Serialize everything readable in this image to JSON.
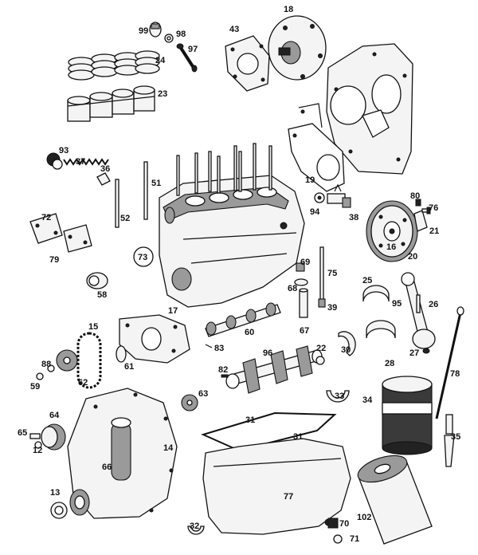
{
  "labels": {
    "p99": "99",
    "p98": "98",
    "p97": "97",
    "p43": "43",
    "p18": "18",
    "p24": "24",
    "p23": "23",
    "p93": "93",
    "p37": "37",
    "p36": "36",
    "p51": "51",
    "p52": "52",
    "p19": "19",
    "p94": "94",
    "p38": "38",
    "p80": "80",
    "p76": "76",
    "p21": "21",
    "p72": "72",
    "p79": "79",
    "p73": "73",
    "p16": "16",
    "p20": "20",
    "p75": "75",
    "p69": "69",
    "p68": "68",
    "p58": "58",
    "p25": "25",
    "p95": "95",
    "p26": "26",
    "p39": "39",
    "p17": "17",
    "p15": "15",
    "p60": "60",
    "p67": "67",
    "p83": "83",
    "p22": "22",
    "p30": "30",
    "p27": "27",
    "p96": "96",
    "p88": "88",
    "p61": "61",
    "p59": "59",
    "p62": "62",
    "p82": "82",
    "p28": "28",
    "p78": "78",
    "p63": "63",
    "p33": "33",
    "p34": "34",
    "p64": "64",
    "p65": "65",
    "p12": "12",
    "p14": "14",
    "p31a": "31",
    "p31b": "31",
    "p35": "35",
    "p66": "66",
    "p77": "77",
    "p13": "13",
    "p32": "32",
    "p70": "70",
    "p102": "102",
    "p71": "71"
  }
}
